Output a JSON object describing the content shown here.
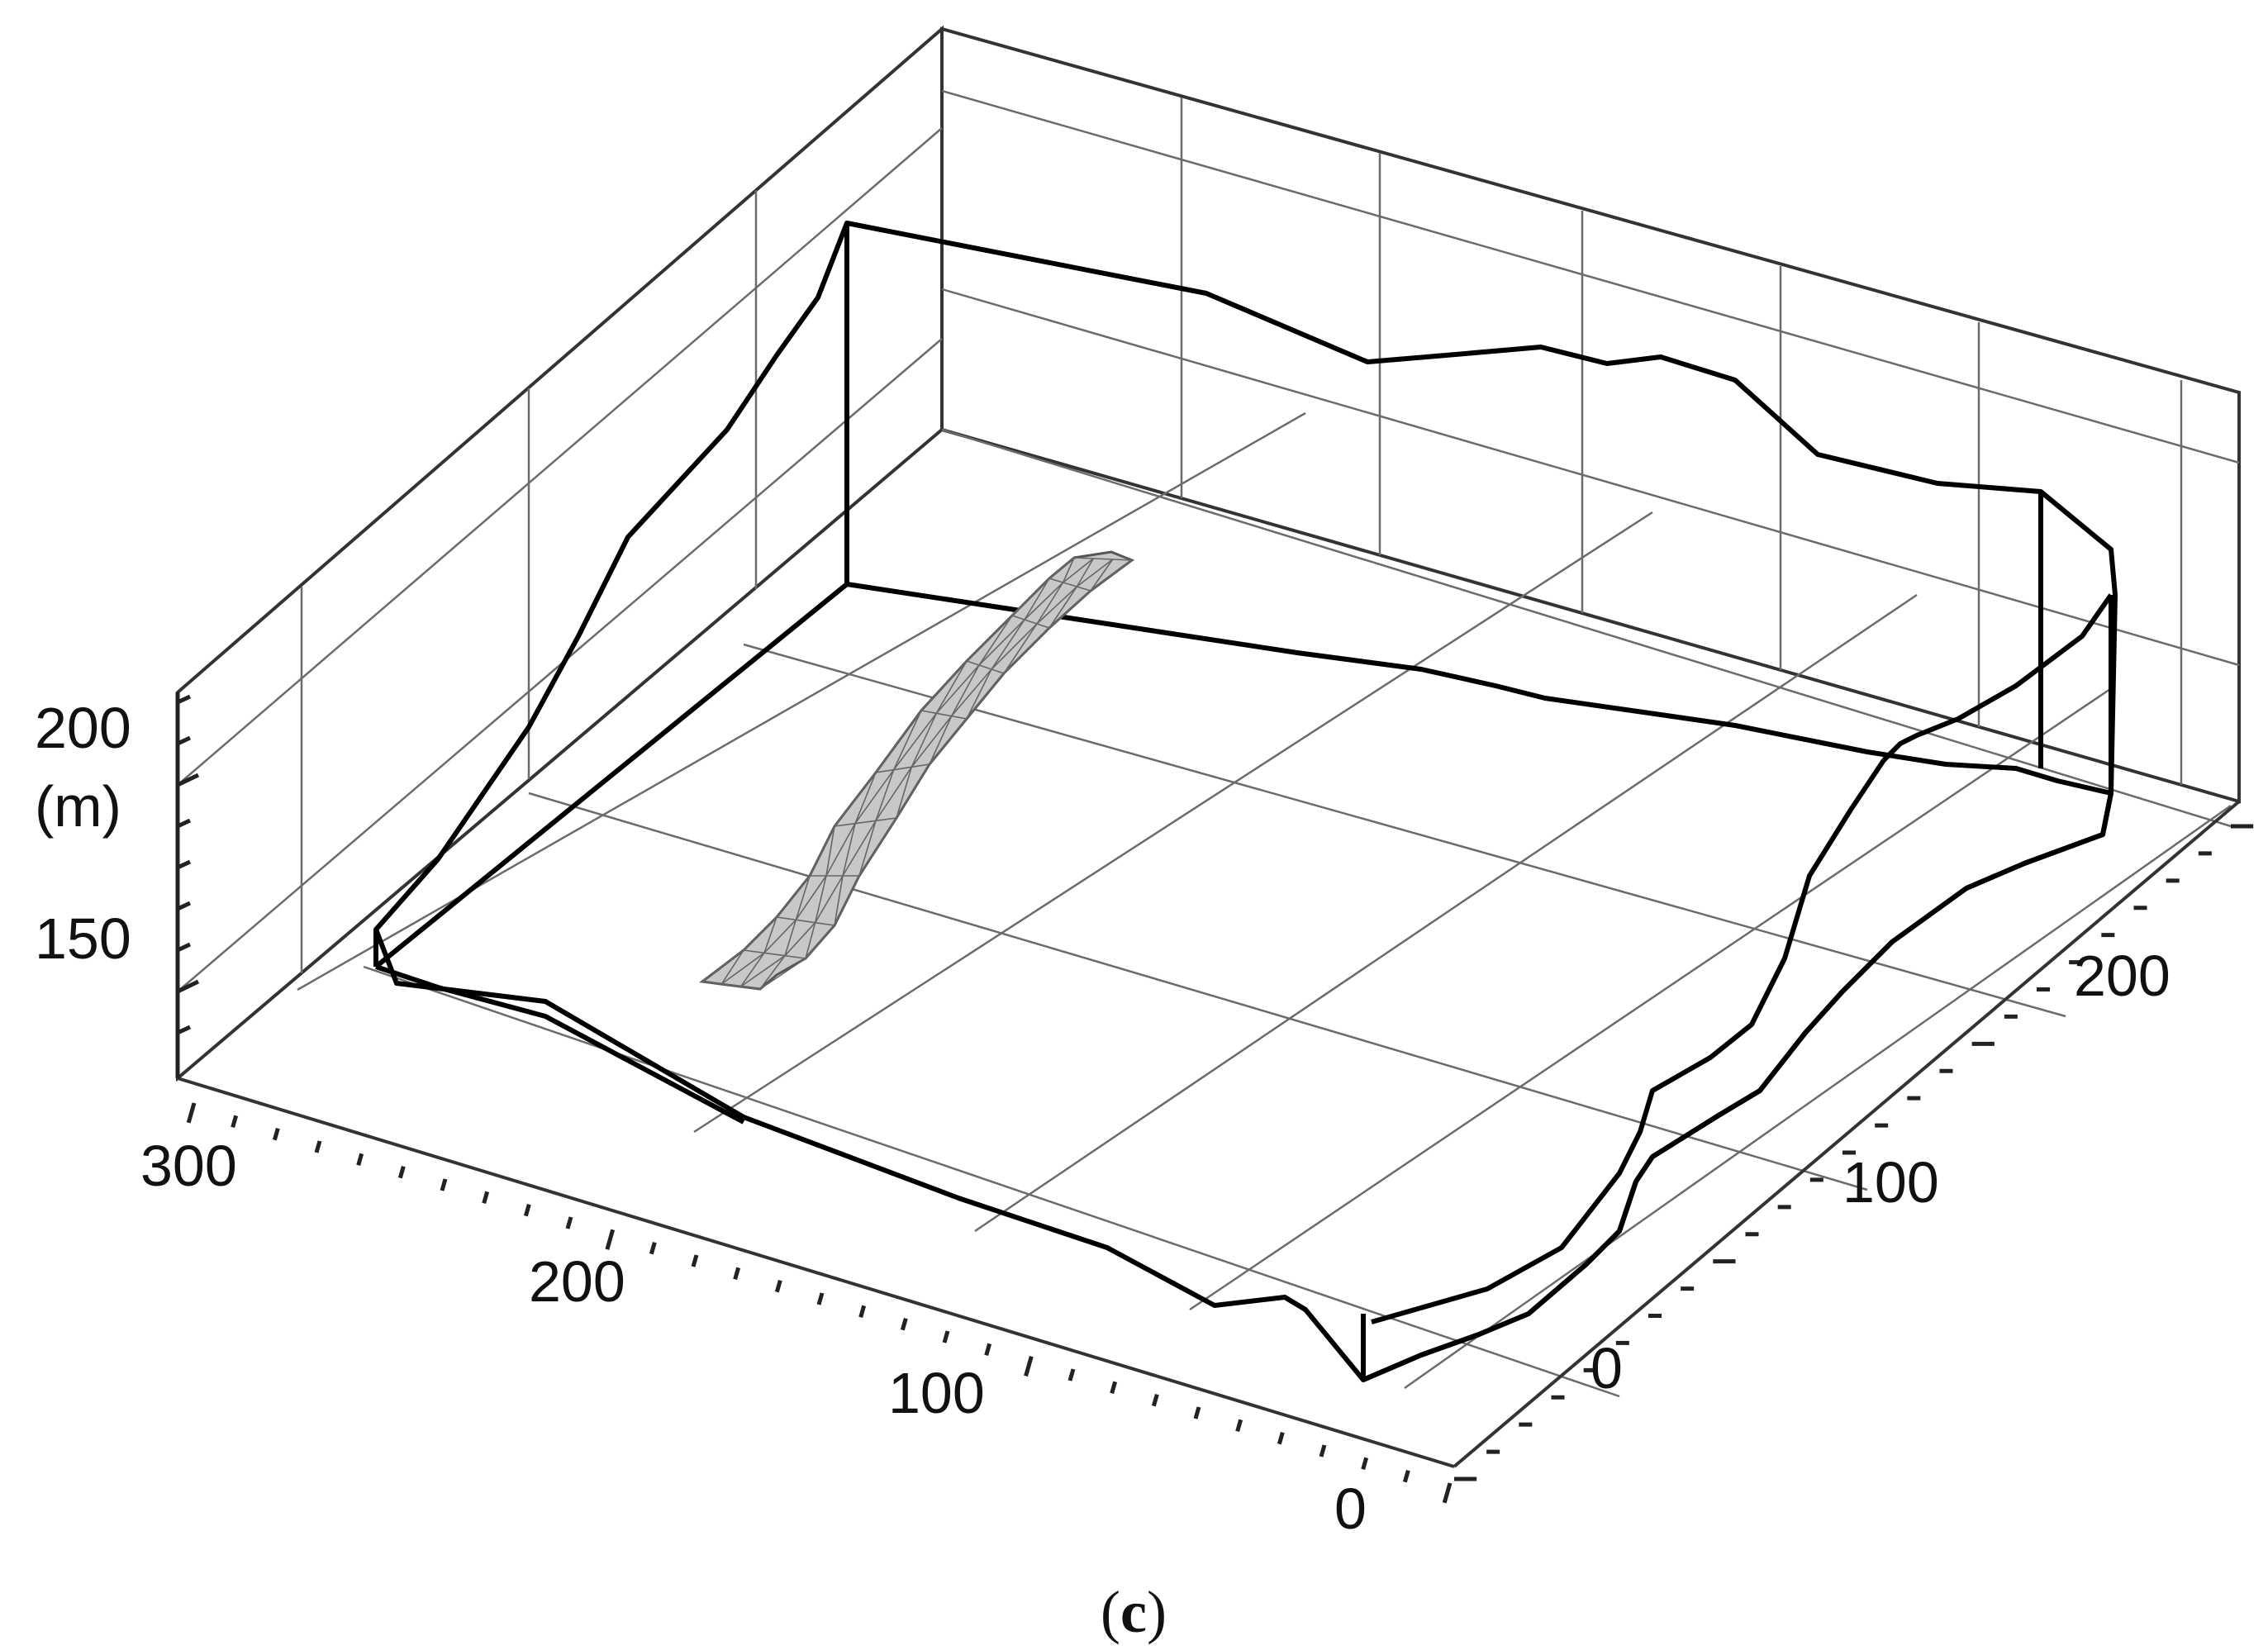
{
  "figure": {
    "caption_open": "(",
    "caption_letter": "c",
    "caption_close": ")",
    "z_axis": {
      "unit_label": "(m)",
      "tick_labels": [
        "150",
        "200"
      ]
    },
    "x_axis": {
      "tick_labels": [
        "0",
        "100",
        "200",
        "300"
      ]
    },
    "y_axis": {
      "tick_labels": [
        "0",
        "100",
        "200"
      ]
    },
    "colors": {
      "box": "#000000",
      "grid": "#6b6b6b",
      "channel_fill": "#c8c8c8",
      "channel_mesh": "#555555"
    }
  }
}
